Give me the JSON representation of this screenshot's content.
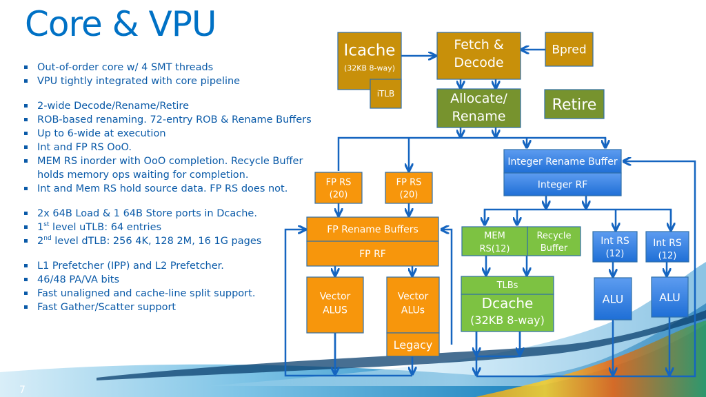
{
  "slide": {
    "title": "Core & VPU",
    "page_number": "7"
  },
  "bullets": [
    {
      "text": "Out-of-order core w/ 4 SMT threads",
      "gap": false
    },
    {
      "text": "VPU tightly integrated with core pipeline",
      "gap": false
    },
    {
      "text": "2-wide Decode/Rename/Retire",
      "gap": true
    },
    {
      "text": "ROB-based renaming. 72-entry ROB & Rename Buffers",
      "gap": false
    },
    {
      "text": "Up to 6-wide at execution",
      "gap": false
    },
    {
      "text": "Int and FP RS OoO.",
      "gap": false
    },
    {
      "text": "MEM RS inorder with OoO completion. Recycle Buffer holds memory ops waiting for completion.",
      "gap": false
    },
    {
      "text": "Int and Mem RS hold source data. FP RS does  not.",
      "gap": false
    },
    {
      "text": "2x 64B Load & 1 64B Store ports in Dcache.",
      "gap": true
    },
    {
      "pre": "1",
      "sup": "st",
      "post": " level uTLB: 64 entries",
      "gap": false
    },
    {
      "pre": "2",
      "sup": "nd",
      "post": " level dTLB: 256 4K, 128 2M, 16 1G pages",
      "gap": false
    },
    {
      "text": "L1 Prefetcher (IPP) and L2 Prefetcher.",
      "gap": true
    },
    {
      "text": "46/48 PA/VA bits",
      "gap": false
    },
    {
      "text": "Fast unaligned and cache-line split support.",
      "gap": false
    },
    {
      "text": "Fast Gather/Scatter support",
      "gap": false
    }
  ],
  "colors": {
    "frontend": "#c8900a",
    "rename_retire": "#77932e",
    "fp": "#f7960c",
    "mem": "#7dc242",
    "int": "#2f7fe0",
    "line": "#1565c0",
    "title": "#0071c5"
  },
  "diagram": {
    "icache": {
      "label": "Icache",
      "sub": "(32KB 8-way)"
    },
    "itlb": {
      "label": "iTLB"
    },
    "fetch_decode": {
      "line1": "Fetch &",
      "line2": "Decode"
    },
    "bpred": {
      "label": "Bpred"
    },
    "allocate_rename": {
      "line1": "Allocate/",
      "line2": "Rename"
    },
    "retire": {
      "label": "Retire"
    },
    "int_rename_buffer": {
      "label": "Integer Rename Buffer"
    },
    "int_rf": {
      "label": "Integer RF"
    },
    "fp_rs_1": {
      "line1": "FP RS",
      "line2": "(20)"
    },
    "fp_rs_2": {
      "line1": "FP RS",
      "line2": "(20)"
    },
    "fp_rename_buffers": {
      "label": "FP Rename Buffers"
    },
    "fp_rf": {
      "label": "FP RF"
    },
    "vector_alus_1": {
      "line1": "Vector",
      "line2": "ALUS"
    },
    "vector_alus_2": {
      "line1": "Vector",
      "line2": "ALUs"
    },
    "legacy": {
      "label": "Legacy"
    },
    "mem_rs": {
      "line1": "MEM",
      "line2": "RS(12)"
    },
    "recycle_buffer": {
      "line1": "Recycle",
      "line2": "Buffer"
    },
    "tlbs": {
      "label": "TLBs"
    },
    "dcache": {
      "line1": "Dcache",
      "line2": "(32KB 8-way)"
    },
    "int_rs_1": {
      "line1": "Int RS",
      "line2": "(12)"
    },
    "int_rs_2": {
      "line1": "Int RS",
      "line2": "(12)"
    },
    "alu_1": {
      "label": "ALU"
    },
    "alu_2": {
      "label": "ALU"
    }
  }
}
